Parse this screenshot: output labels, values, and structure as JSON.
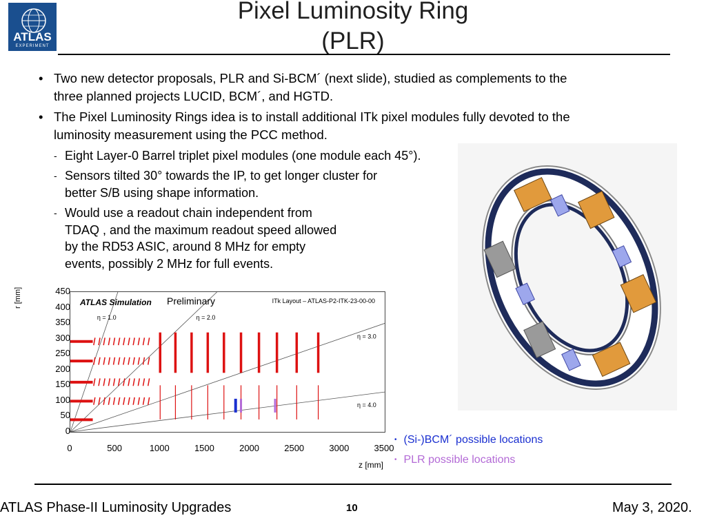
{
  "logo": {
    "wordmark": "ATLAS",
    "subtitle": "EXPERIMENT"
  },
  "title": {
    "line1": "Pixel Luminosity Ring",
    "line2": "(PLR)"
  },
  "bullets": [
    {
      "line1": "Two new detector proposals, PLR and Si-BCM´ (next slide), studied as complements to the",
      "line2": "three planned projects LUCID, BCM´, and HGTD."
    },
    {
      "line1": "The Pixel Luminosity Rings idea is to install additional ITk pixel modules fully devoted to the",
      "line2": "luminosity measurement using the PCC method."
    }
  ],
  "subbullets": [
    {
      "lines": [
        "Eight Layer-0 Barrel triplet pixel modules (one module each 45°)."
      ]
    },
    {
      "lines": [
        "Sensors tilted 30° towards the IP, to get longer cluster for",
        "better S/B using shape information."
      ]
    },
    {
      "lines": [
        "Would use a readout chain independent from",
        "TDAQ , and the maximum readout speed allowed",
        "by the RD53 ASIC, around  8 MHz for empty",
        "events, possibly 2 MHz for full events."
      ]
    }
  ],
  "chart_data": {
    "type": "scatter",
    "title": "ATLAS Simulation",
    "subtitle": "Preliminary",
    "layout_label": "ITk Layout – ATLAS-P2-ITK-23-00-00",
    "xlabel": "z [mm]",
    "ylabel": "r [mm]",
    "xlim": [
      0,
      3500
    ],
    "ylim": [
      0,
      450
    ],
    "x_ticks": [
      "0",
      "500",
      "1000",
      "1500",
      "2000",
      "2500",
      "3000",
      "3500"
    ],
    "y_ticks": [
      "0",
      "50",
      "100",
      "150",
      "200",
      "250",
      "300",
      "350",
      "400",
      "450"
    ],
    "eta_lines": [
      {
        "label": "η = 1.0",
        "eta": 1.0
      },
      {
        "label": "η = 2.0",
        "eta": 2.0
      },
      {
        "label": "η = 3.0",
        "eta": 3.0
      },
      {
        "label": "η = 4.0",
        "eta": 4.0
      }
    ],
    "barrel_layers_r": [
      39,
      99,
      160,
      228,
      291
    ],
    "barrel_layers_zmax": [
      250,
      250,
      250,
      250,
      250
    ],
    "endcap_rings_z": [
      1000,
      1170,
      1350,
      1530,
      1710,
      1900,
      2100,
      2300,
      2520,
      2760
    ],
    "endcap_rings_r": [
      [
        190,
        320
      ],
      [
        190,
        320
      ],
      [
        190,
        320
      ],
      [
        190,
        320
      ],
      [
        190,
        320
      ],
      [
        190,
        320
      ],
      [
        190,
        320
      ],
      [
        190,
        320
      ],
      [
        190,
        320
      ],
      [
        190,
        320
      ]
    ],
    "bcm_locations": [
      {
        "z": 1840,
        "r": 80
      }
    ],
    "plr_locations": [
      {
        "z": 1900,
        "r": 80
      },
      {
        "z": 2280,
        "r": 80
      }
    ],
    "colors": {
      "detector": "#dd1111",
      "bcm": "#1a2fd0",
      "plr": "#b36ad6",
      "eta_line": "#555555"
    }
  },
  "legend": [
    {
      "label": "(Si-)BCM´ possible locations",
      "color": "#1a2fd0"
    },
    {
      "label": "PLR possible locations",
      "color": "#b36ad6"
    }
  ],
  "footer": {
    "left": "ATLAS Phase-II Luminosity Upgrades",
    "page": "10",
    "right": "May 3, 2020."
  }
}
